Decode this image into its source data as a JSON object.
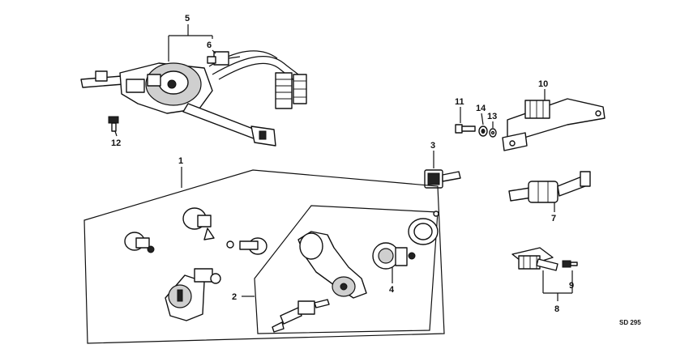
{
  "diagram": {
    "callouts": [
      "1",
      "2",
      "3",
      "4",
      "5",
      "6",
      "7",
      "8",
      "9",
      "10",
      "11",
      "12",
      "13",
      "14"
    ],
    "drawing_code": "SD 295"
  }
}
